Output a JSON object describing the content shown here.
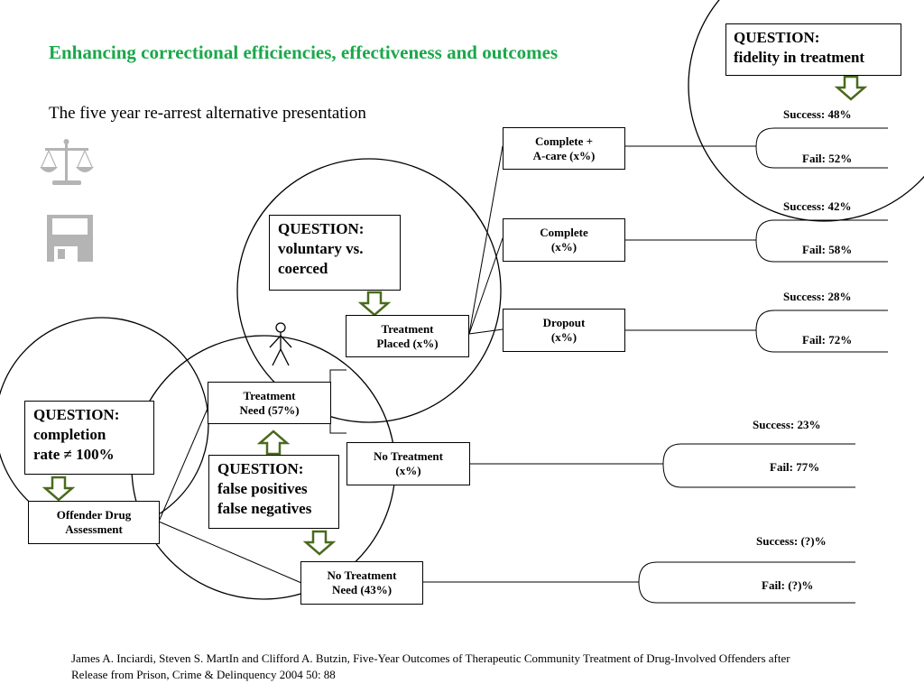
{
  "slide": {
    "title": "Enhancing correctional efficiencies, effectiveness and outcomes",
    "subtitle": "The five year re-arrest alternative presentation",
    "citation": "James A. Inciardi, Steven S. MartIn and Clifford A. Butzin, Five-Year Outcomes of Therapeutic Community Treatment of Drug-Involved Offenders after Release from Prison, Crime & Delinquency 2004 50: 88"
  },
  "nodes": {
    "assessment": {
      "line1": "Offender Drug",
      "line2": "Assessment"
    },
    "treatment_need": {
      "line1": "Treatment",
      "line2": "Need (57%)"
    },
    "no_treatment_need": {
      "line1": "No Treatment",
      "line2": "Need (43%)"
    },
    "treatment_placed": {
      "line1": "Treatment",
      "line2": "Placed (x%)"
    },
    "no_treatment": {
      "line1": "No Treatment",
      "line2": "(x%)"
    },
    "complete_acare": {
      "line1": "Complete +",
      "line2": "A-care  (x%)"
    },
    "complete": {
      "line1": "Complete",
      "line2": "(x%)"
    },
    "dropout": {
      "line1": "Dropout",
      "line2": "(x%)"
    }
  },
  "questions": {
    "fidelity": {
      "line1": "QUESTION:",
      "line2": "fidelity in treatment"
    },
    "voluntary": {
      "line1": "QUESTION:",
      "line2": "voluntary vs.",
      "line3": "coerced"
    },
    "completion": {
      "line1": "QUESTION:",
      "line2": "completion",
      "line3": "rate ≠ 100%"
    },
    "false_pos": {
      "line1": "QUESTION:",
      "line2": "false positives",
      "line3": "false negatives"
    }
  },
  "outcomes": {
    "complete_acare": {
      "success": "Success:  48%",
      "fail": "Fail:  52%"
    },
    "complete": {
      "success": "Success:  42%",
      "fail": "Fail:  58%"
    },
    "dropout": {
      "success": "Success:  28%",
      "fail": "Fail:  72%"
    },
    "no_treatment": {
      "success": "Success:  23%",
      "fail": "Fail:  77%"
    },
    "no_treatment_need": {
      "success": "Success:  (?)%",
      "fail": "Fail:  (?)%"
    }
  },
  "colors": {
    "title": "#1aa84a",
    "arrow_stroke": "#4a6a1e",
    "icon_gray": "#b4b4b4"
  },
  "icons": [
    "scales-icon",
    "floppy-disk-icon",
    "person-icon"
  ]
}
